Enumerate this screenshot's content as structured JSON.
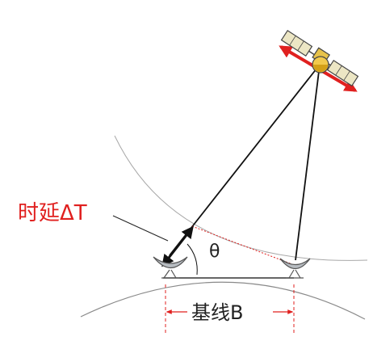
{
  "labels": {
    "delay": "时延ΔT",
    "angle": "θ",
    "baseline": "基线B"
  },
  "colors": {
    "accent_red": "#e0201f",
    "line": "#111111",
    "earth": "#888888",
    "arc": "#999999",
    "satellite_gold": "#d4a017",
    "satellite_panel": "#e8e0b8",
    "dish": "#9aa0a6"
  },
  "icons": {
    "satellite": "satellite-icon",
    "antenna": "dish-antenna-icon"
  }
}
